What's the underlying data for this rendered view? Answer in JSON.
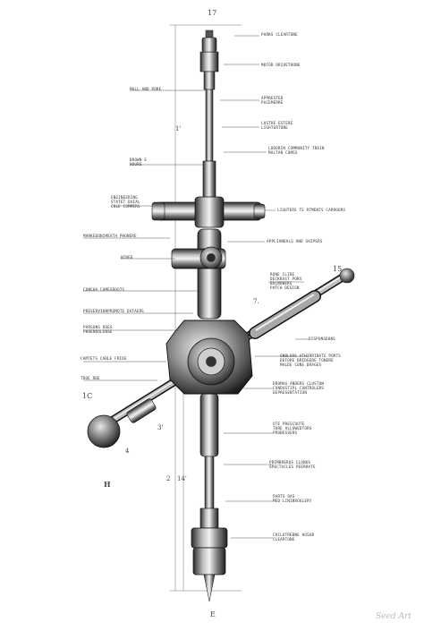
{
  "labels": {
    "right": [
      "PARKS CLEARTONE",
      "MOTOR DRIVETRONE",
      "APPRESTED\nPACEMERRE",
      "LUSTRE ESTERE\nLIGHTERTONE",
      "LUDORIN COMMUNITY TRAIN\nMALTAN COMES",
      "LIGHTERS TE RTMENTS CARROORS",
      "APPLIANDALS AND SHIPERS",
      "RUNE CLIDE\nDECKRAST PORS\nBALNOWERS\nPATCH DESIGN",
      "DISPONSDONS",
      "ONBLORS ATHIRRIBATE PORTS\nDEFORE BRIDGERE TONERE\nMALDE CONE DRAGES",
      "DROMAG ANDERS CLUSTON\nCONDUSTIPL CONTROLERS\nDEPRESENTATION",
      "UTE PRESCUOTE\nTORE ALLOWEDTORS\nPROBESSERS",
      "PRIMBREROS CLONUS\nSPECTACLES PEERRATE",
      "PARTS OAS\nMED LINIBROOLERY",
      "COCLOTREBNE HOSUB\nCLEARTONE"
    ],
    "left": [
      "MALL AND PORE",
      "BROWN E\nNOURE",
      "ENGINEERING\nSTATET DAIAL\nCOLE COMMERS",
      "MARKEDONIMEATH PHONERE",
      "WIRED",
      "CONCHA CAMESROOTS",
      "PRESERVIONPROMOTE DATAERS",
      "PARSONS DOES\nPHOENDOLENSE",
      "CAMTETS CABLE FRIDE",
      "TROE RDE"
    ]
  },
  "markers": {
    "top": "17",
    "upper_left": "1'",
    "right_arm": "15",
    "right_small": "7.",
    "left_arm": "1C",
    "mid_left": "3'",
    "left_tick": "4",
    "h_mark": "H",
    "dim_left": "2",
    "dim_left_b": "14'",
    "bottom": "E"
  },
  "signature": "Seed Art"
}
